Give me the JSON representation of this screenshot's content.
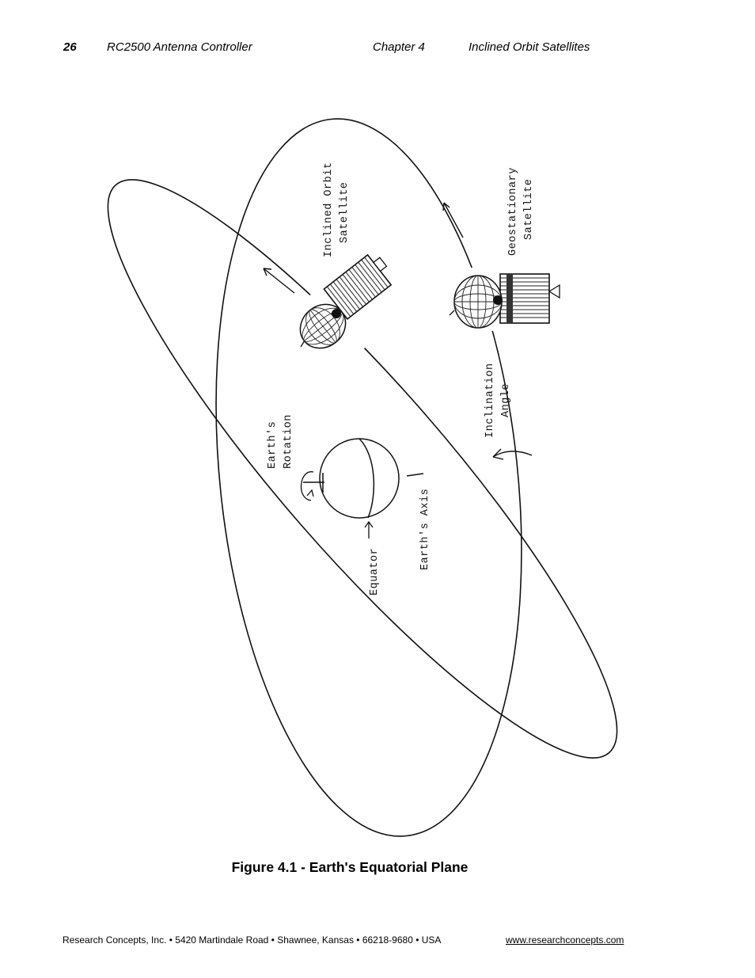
{
  "header": {
    "page_number": "26",
    "product": "RC2500  Antenna Controller",
    "chapter": "Chapter 4",
    "section": "Inclined Orbit Satellites"
  },
  "figure": {
    "labels": {
      "inclined_orbit_satellite_line1": "Inclined Orbit",
      "inclined_orbit_satellite_line2": "Satellite",
      "geostationary_satellite_line1": "Geostationary",
      "geostationary_satellite_line2": "Satellite",
      "inclination_angle_line1": "Inclination",
      "inclination_angle_line2": "Angle",
      "earths_rotation_line1": "Earth's",
      "earths_rotation_line2": "Rotation",
      "earths_axis": "Earth's Axis",
      "equator": "Equator"
    },
    "caption": "Figure 4.1 - Earth's Equatorial Plane"
  },
  "footer": {
    "address": "Research Concepts, Inc. • 5420 Martindale Road • Shawnee, Kansas • 66218-9680 • USA",
    "website": "www.researchconcepts.com"
  }
}
